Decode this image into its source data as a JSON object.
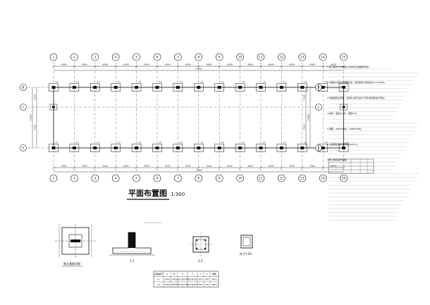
{
  "drawing": {
    "title": "平面布置图",
    "scale": "1:300"
  },
  "grid": {
    "columns": [
      "1",
      "2",
      "3",
      "4",
      "5",
      "6",
      "7",
      "8",
      "9",
      "10",
      "11",
      "12",
      "13",
      "14",
      "15"
    ],
    "rows": [
      "B",
      "C",
      "A"
    ],
    "bay_dims": [
      "6000",
      "6000",
      "6000",
      "6000",
      "6000",
      "6000",
      "6000",
      "6000",
      "6000",
      "6000",
      "6000",
      "6000",
      "6000",
      "6000"
    ],
    "total_length": "72000",
    "side_dims": [
      "7500",
      "7500"
    ],
    "side_total": "15000"
  },
  "table": {
    "headers": [
      "基础编号",
      "A",
      "B",
      "①",
      "②",
      "C",
      "H",
      "钢筋"
    ],
    "rows": [
      [
        "J-1",
        "2400",
        "2400",
        "Φ12@150",
        "Φ12@150",
        "300",
        "500",
        "2Φ22"
      ],
      [
        "J-2",
        "2600",
        "2600",
        "Φ12@150",
        "Φ12@150",
        "300",
        "500",
        "2Φ22"
      ]
    ]
  },
  "details": {
    "foundation_label": "独立基础详图",
    "section_a": "1-1",
    "section_b": "2-2",
    "column_label": "柱子1:50"
  },
  "notes": [
    "1.本工程±0.000相当于绝对标高根据现场定。",
    "2.基础持力层为粉质黏土层，地基承载力特征值fak=150kPa。",
    "3.基础埋深见详图，当实际土层与设计不符时应通知设计单位。",
    "4.材料：混凝土C30，垫层C15。",
    "5.钢筋：HPB300(Φ)，HRB400(Ф)。",
    "6.基础钢筋保护层厚度为40mm。",
    "7.施工前应进行验槽。"
  ]
}
